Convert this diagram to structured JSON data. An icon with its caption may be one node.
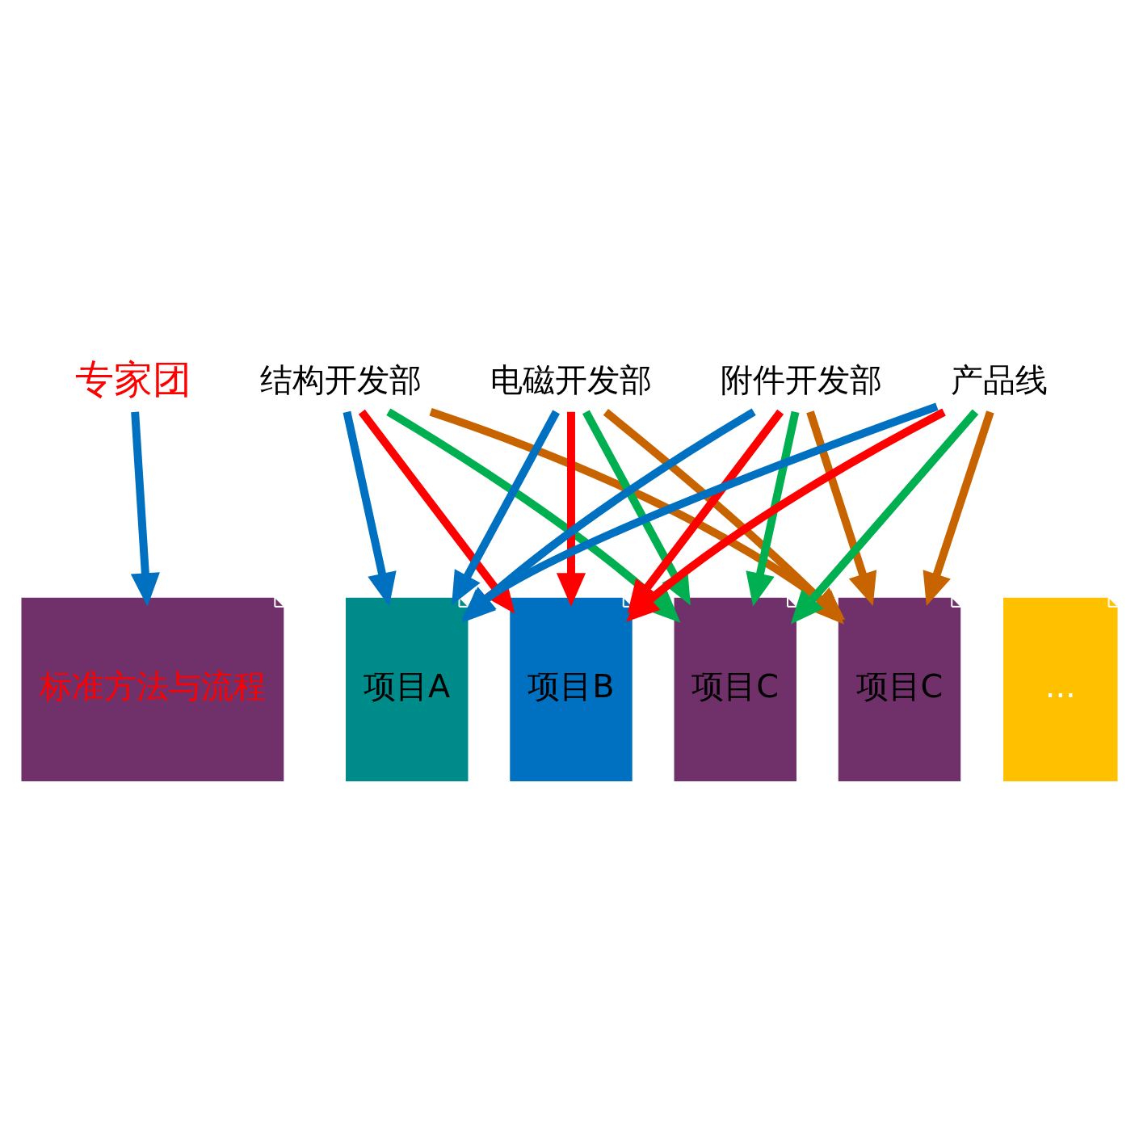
{
  "diagram": {
    "nodes": [
      {
        "text": [
          "专家团"
        ]
      },
      {
        "text": [
          "结构开发部"
        ]
      },
      {
        "text": [
          "电磁开发部"
        ]
      },
      {
        "text": [
          "附件开发部"
        ]
      },
      {
        "text": [
          "产品线"
        ]
      },
      {
        "text": [
          "标准方法与流程"
        ]
      },
      {
        "text": [
          "项目A"
        ]
      },
      {
        "text": [
          "项目B"
        ]
      },
      {
        "text": [
          "项目C"
        ]
      },
      {
        "text": [
          "项目C"
        ]
      },
      {
        "text": [
          "..."
        ]
      }
    ],
    "edges": [
      {
        "from": 0,
        "to": 5,
        "arrow": "to"
      },
      {
        "from": 1,
        "to": 6,
        "arrow": "to"
      },
      {
        "from": 1,
        "to": 7,
        "arrow": "to",
        "color": "#ff0000"
      },
      {
        "from": 1,
        "to": 8,
        "arrow": "to",
        "color": "#00b050"
      },
      {
        "from": 1,
        "to": 9,
        "arrow": "to",
        "color": "#c86400"
      },
      {
        "from": 2,
        "to": 6,
        "arrow": "to"
      },
      {
        "from": 2,
        "to": 7,
        "arrow": "to",
        "color": "#ff0000"
      },
      {
        "from": 2,
        "to": 8,
        "arrow": "to",
        "color": "#00b050"
      },
      {
        "from": 2,
        "to": 9,
        "arrow": "to",
        "color": "#c86400"
      },
      {
        "from": 3,
        "to": 6,
        "arrow": "to"
      },
      {
        "from": 3,
        "to": 7,
        "arrow": "to",
        "color": "#ff0000"
      },
      {
        "from": 3,
        "to": 8,
        "arrow": "to",
        "color": "#00b050"
      },
      {
        "from": 3,
        "to": 9,
        "arrow": "to",
        "color": "#c86400"
      },
      {
        "from": 4,
        "to": 6,
        "arrow": "to"
      },
      {
        "from": 4,
        "to": 7,
        "arrow": "to",
        "color": "#ff0000"
      },
      {
        "from": 4,
        "to": 8,
        "arrow": "to",
        "color": "#00b050"
      },
      {
        "from": 4,
        "to": 9,
        "arrow": "to",
        "color": "#c86400"
      }
    ]
  }
}
